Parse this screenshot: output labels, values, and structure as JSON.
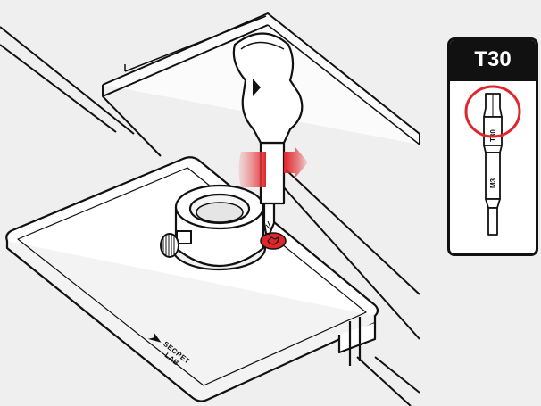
{
  "bit_card": {
    "size_label": "T30",
    "bit_markings": {
      "size": "T30",
      "thread": "M3"
    }
  },
  "mount_plate": {
    "logo_line1": "SECRET",
    "logo_line2": "LAB"
  },
  "icons": {
    "rotation": "clockwise-rotation-arrow-icon",
    "screw": "torx-screw-icon",
    "knob": "knurled-thumb-knob-icon",
    "logo": "secretlab-logo-icon"
  },
  "colors": {
    "accent_red": "#e0252b",
    "line": "#111111",
    "surface": "#ffffff",
    "background": "#efefef"
  }
}
